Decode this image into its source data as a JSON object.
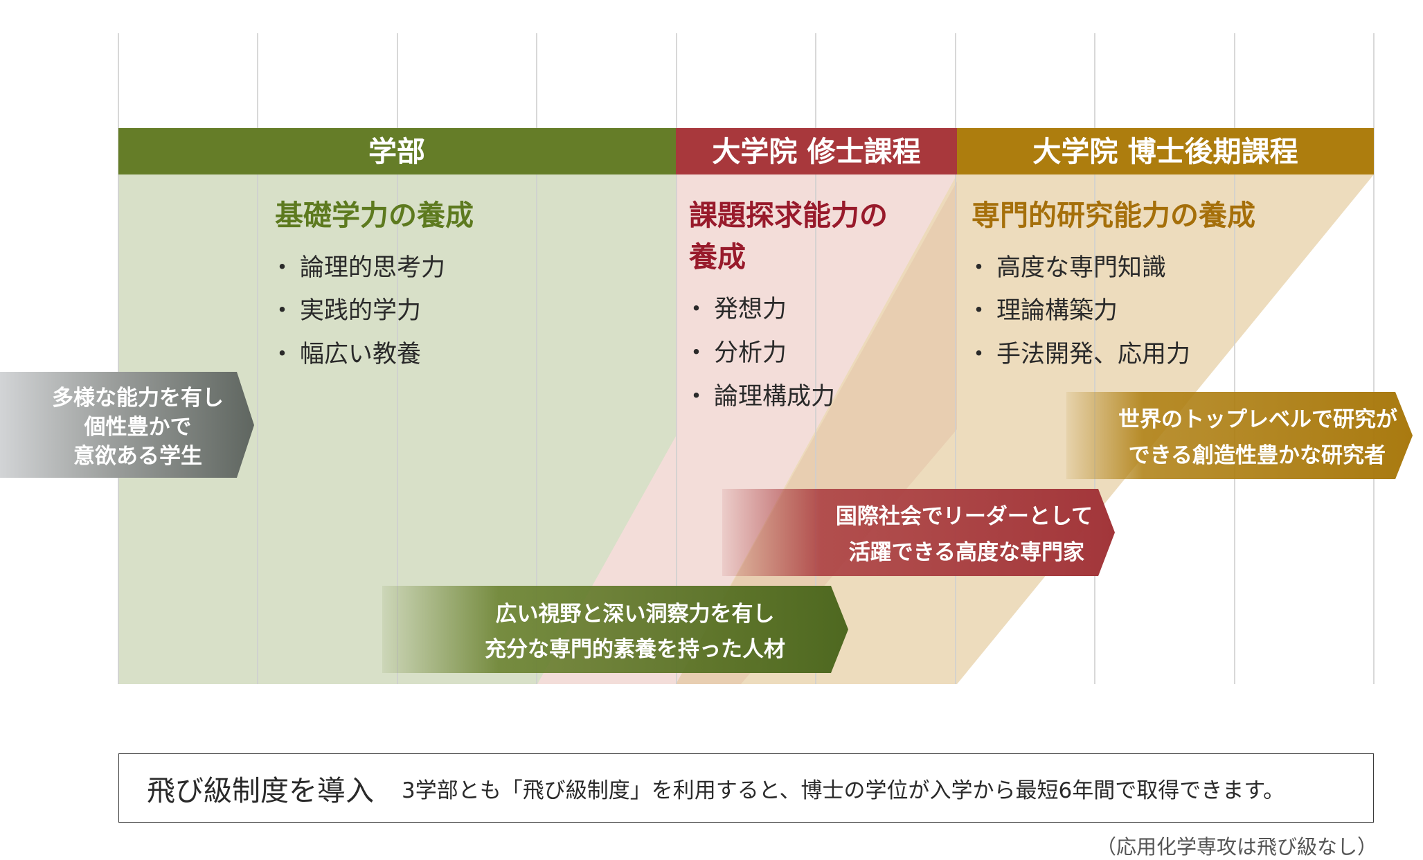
{
  "colors": {
    "undergrad": "#657d28",
    "master": "#a8383c",
    "doctor": "#ad7d0e",
    "undergrad_fill": "#d8e0c8",
    "master_fill": "#f3ddd9",
    "doctor_fill": "#ecd9b8",
    "undergrad_text": "#5d7a1f",
    "master_text": "#981a2b",
    "doctor_text": "#a56f0a",
    "gridline": "#cfcfcf"
  },
  "phases": [
    {
      "label": "学部"
    },
    {
      "label": "大学院 修士課程"
    },
    {
      "label": "大学院 博士後期課程"
    }
  ],
  "sections": [
    {
      "title_lines": [
        "基礎学力の養成"
      ],
      "bullets": [
        "論理的思考力",
        "実践的学力",
        "幅広い教養"
      ]
    },
    {
      "title_lines": [
        "課題探求能力の",
        "養成"
      ],
      "bullets": [
        "発想力",
        "分析力",
        "論理構成力"
      ]
    },
    {
      "title_lines": [
        "専門的研究能力の養成"
      ],
      "bullets": [
        "高度な専門知識",
        "理論構築力",
        "手法開発、応用力"
      ]
    }
  ],
  "bullet_mark": "・",
  "banners": {
    "entry": {
      "lines": [
        "多様な能力を有し",
        "個性豊かで",
        "意欲ある学生"
      ]
    },
    "undergrad": {
      "lines": [
        "広い視野と深い洞察力を有し",
        "充分な専門的素養を持った人材"
      ]
    },
    "master": {
      "lines": [
        "国際社会でリーダーとして",
        "活躍できる高度な専門家"
      ]
    },
    "doctor": {
      "lines": [
        "世界のトップレベルで研究が",
        "できる創造性豊かな研究者"
      ]
    }
  },
  "skip_grade": {
    "title": "飛び級制度を導入",
    "description": "3学部とも「飛び級制度」を利用すると、博士の学位が入学から最短6年間で取得できます。",
    "note": "（応用化学専攻は飛び級なし）"
  }
}
